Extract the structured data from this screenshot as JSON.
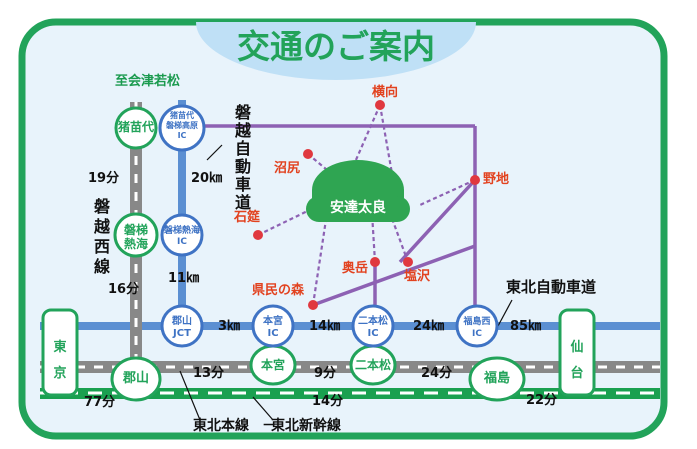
{
  "title": "交通のご案内",
  "colors": {
    "frame": "#22a35a",
    "map_bg": "#e8f3fb",
    "title_bg": "#bfe0f6",
    "title_text": "#22a35a",
    "expressway": "#5b8fd2",
    "road": "#8d61b3",
    "local_rail": "#888888",
    "shinkansen": "#1aa050",
    "station_border": "#22a35a",
    "station_fill": "#ffffff",
    "ic_border": "#3f73c4",
    "place_dot": "#e0383f",
    "place_text": "#e2421f",
    "dome": "#2fa552",
    "dashed_route": "#8d61b3",
    "rail_name_text": "#1a9a4e",
    "label_text": "#111111"
  },
  "line_labels": {
    "banetsu_expressway": "磐越自動車道",
    "tohoku_expressway": "東北自動車道",
    "banetsu_west_line": "磐越西線",
    "tohoku_main_line": "東北本線",
    "tohoku_shinkansen": "東北新幹線",
    "to_aizu": "至会津若松"
  },
  "stations": {
    "inawashiro": "猪苗代",
    "bandai_atami": "磐梯\n熱海",
    "koriyama": "郡山",
    "motomiya": "本宮",
    "nihonmatsu": "二本松",
    "fukushima": "福島"
  },
  "interchanges": {
    "inawashiro_bandai": "猪苗代\n磐梯高原\nIC",
    "bandai_atami": "磐梯熱海\nIC",
    "koriyama_jct": "郡山\nJCT",
    "motomiya": "本宮\nIC",
    "nihonmatsu": "二本松\nIC",
    "fukushima_nishi": "福島西\nIC"
  },
  "endpoints": {
    "tokyo": "東\n京",
    "sendai": "仙\n台"
  },
  "places": {
    "destination": "安達太良",
    "yokomuki": "横向",
    "numajiri": "沼尻",
    "noji": "野地",
    "ishizure": "石筵",
    "kenmin_no_mori": "県民の森",
    "okudake": "奥岳",
    "shiozawa": "塩沢"
  },
  "distances": {
    "rail_inawashiro_bandai": "19分",
    "road_inawashiro_bandai": "20㎞",
    "road_bandai_koriyama": "11㎞",
    "rail_bandai_koriyama": "16分",
    "road_koriyama_motomiya": "3㎞",
    "road_motomiya_nihonmatsu": "14㎞",
    "road_nihonmatsu_fukushima": "24㎞",
    "road_fukushima_sendai": "85㎞",
    "rail_koriyama_motomiya": "13分",
    "rail_motomiya_nihonmatsu": "9分",
    "rail_nihonmatsu_fukushima": "24分",
    "shinkansen_tokyo_koriyama": "77分",
    "shinkansen_koriyama_fukushima": "14分",
    "shinkansen_fukushima_sendai": "22分"
  }
}
